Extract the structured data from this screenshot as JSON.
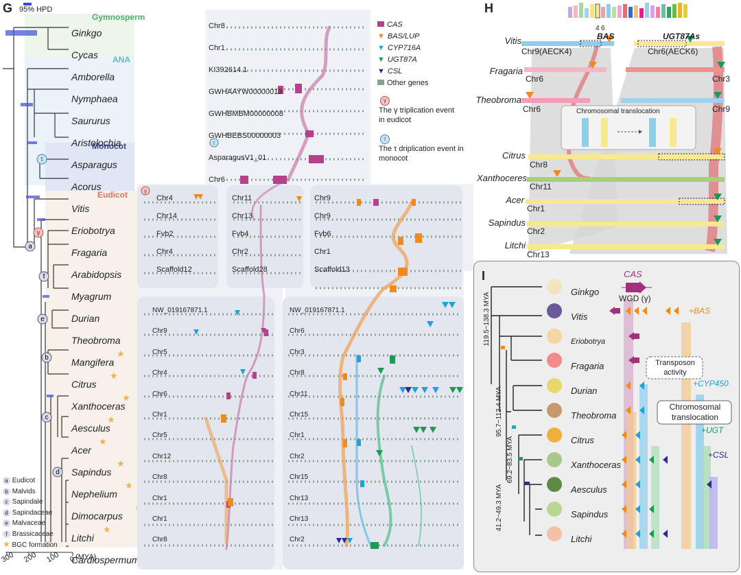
{
  "panels": {
    "g": {
      "letter": "G",
      "hpd_label": "95% HPD",
      "group_labels": {
        "gymnosperm": "Gymnosperm",
        "ana": "ANA",
        "monocot": "Monocot",
        "eudicot": "Eudicot"
      },
      "taxa": [
        "Ginkgo",
        "Cycas",
        "Amborella",
        "Nymphaea",
        "Saururus",
        "Aristolochia",
        "Asparagus",
        "Acorus",
        "Vitis",
        "Eriobotrya",
        "Fragaria",
        "Arabidopsis",
        "Myagrum",
        "Durian",
        "Theobroma",
        "Mangifera",
        "Citrus",
        "Xanthoceras",
        "Aesculus",
        "Acer",
        "Sapindus",
        "Nephelium",
        "Dimocarpus",
        "Litchi",
        "Cardiospermum"
      ],
      "bgc_taxa": [
        "Mangifera",
        "Citrus",
        "Xanthoceras",
        "Aesculus",
        "Acer",
        "Sapindus",
        "Nephelium",
        "Dimocarpus",
        "Litchi",
        "Cardiospermum"
      ],
      "node_labels": [
        "a",
        "b",
        "c",
        "d",
        "e",
        "f"
      ],
      "legend": [
        {
          "key": "a",
          "label": "Eudicot"
        },
        {
          "key": "b",
          "label": "Malvids"
        },
        {
          "key": "c",
          "label": "Sapindale"
        },
        {
          "key": "d",
          "label": "Sapindaceae"
        },
        {
          "key": "e",
          "label": "Malvaceae"
        },
        {
          "key": "f",
          "label": "Brassicaceae"
        },
        {
          "key": "star",
          "label": "BGC formation"
        }
      ],
      "axis_ticks": [
        "300",
        "200",
        "100",
        "0"
      ],
      "axis_unit": "(MYA)"
    },
    "synteny": {
      "chromosomes_top": [
        "Chr8",
        "Chr1",
        "KI392614.1",
        "GWHAAYW00000013",
        "GWHBMBM00000008",
        "GWHBEBS00000003",
        "AsparagusV1_01",
        "Chr6"
      ],
      "left_block": [
        "Chr4",
        "Chr14",
        "Fvb2",
        "Chr4",
        "Scaffold12"
      ],
      "mid_block": [
        "Chr11",
        "Chr13",
        "Fvb4",
        "Chr2",
        "Scaffold28"
      ],
      "right_block": [
        "Chr9",
        "Chr9",
        "Fvb6",
        "Chr1",
        "Scaffold13"
      ],
      "bottom_left": [
        "NW_019167871.1",
        "Chr9",
        "Chr5",
        "Chr4",
        "Chr6",
        "Chr1",
        "Chr5",
        "Chr12",
        "Chr8",
        "Chr1",
        "Chr1",
        "Chr8"
      ],
      "bottom_right": [
        "NW_019167871.1",
        "Chr6",
        "Chr3",
        "Chr8",
        "Chr11",
        "Chr15",
        "Chr1",
        "Chr2",
        "Chr15",
        "Chr13",
        "Chr13",
        "Chr2"
      ],
      "legend": [
        {
          "label": "CAS",
          "color": "#b5418a",
          "shape": "rect"
        },
        {
          "label": "BAS/LUP",
          "color": "#f08a1c",
          "shape": "tri"
        },
        {
          "label": "CYP716A",
          "color": "#1fa2d6",
          "shape": "tri"
        },
        {
          "label": "UGT87A",
          "color": "#1a9a55",
          "shape": "tri"
        },
        {
          "label": "CSL",
          "color": "#2b2f8c",
          "shape": "tri"
        },
        {
          "label": "Other genes",
          "color": "#8aa391",
          "shape": "rect"
        }
      ],
      "events": [
        {
          "symbol": "γ",
          "text": "The γ triplication event in eudicot"
        },
        {
          "symbol": "τ",
          "text": "The τ driplication event in monocot"
        }
      ]
    },
    "h": {
      "letter": "H",
      "bar_ticks": [
        "4",
        "6"
      ],
      "labels": {
        "bas": "BAS",
        "ugt": "UGT87As"
      },
      "rows": [
        {
          "species": "Vitis",
          "left": "Chr9(AECK4)",
          "right": "Chr6(AECK6)"
        },
        {
          "species": "Fragaria",
          "left": "Chr6",
          "right": "Chr3"
        },
        {
          "species": "Theobroma",
          "left": "Chr6",
          "right": "Chr9"
        },
        {
          "species": "Citrus",
          "left": "Chr8",
          "right": ""
        },
        {
          "species": "Xanthoceres",
          "left": "Chr11",
          "right": ""
        },
        {
          "species": "Acer",
          "left": "Chr1",
          "right": ""
        },
        {
          "species": "Sapindus",
          "left": "Chr2",
          "right": ""
        },
        {
          "species": "Litchi",
          "left": "Chr13",
          "right": ""
        }
      ],
      "inset_title": "Chromosomal translocation"
    },
    "i": {
      "letter": "I",
      "species": [
        "Ginkgo",
        "Vitis",
        "Eriobotrya",
        "Fragaria",
        "Durian",
        "Theobroma",
        "Citrus",
        "Xanthoceras",
        "Aesculus",
        "Sapindus",
        "Litchi"
      ],
      "time_labels": [
        "119.5~138.3 MYA",
        "95.7~112.4 MYA",
        "69.2~83.5 MYA",
        "41.2~49.3 MYA"
      ],
      "cas_label": "CAS",
      "wgd_label": "WGD (γ)",
      "callouts": [
        "Transposon activity",
        "Chromosomal translocation"
      ],
      "gains": [
        "+BAS",
        "+CYP450",
        "+UGT",
        "+CSL"
      ]
    }
  },
  "colors": {
    "cas": "#b5418a",
    "bas": "#f08a1c",
    "cyp": "#1fa2d6",
    "ugt": "#1a9a55",
    "csl": "#2b2f8c",
    "other": "#8aa391",
    "link": "#cfcfcf"
  }
}
